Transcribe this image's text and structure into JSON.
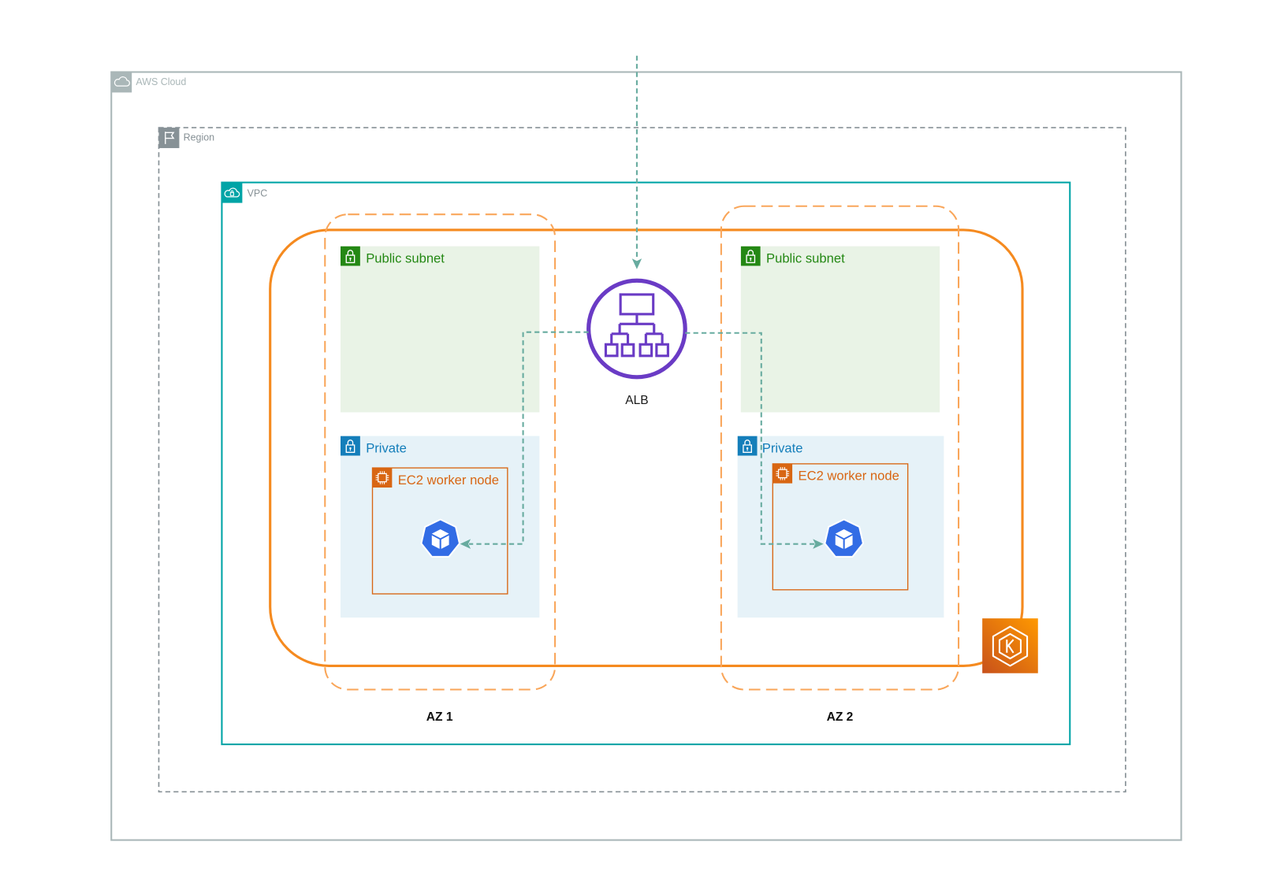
{
  "diagram": {
    "aws_cloud": {
      "label": "AWS Cloud",
      "icon": "aws-cloud-icon",
      "border_color": "#aab7b8"
    },
    "region": {
      "label": "Region",
      "icon": "region-flag-icon",
      "border_color": "#879196"
    },
    "vpc": {
      "label": "VPC",
      "icon": "vpc-icon",
      "border_color": "#00a4a6"
    },
    "eks_cluster": {
      "icon": "amazon-eks-icon",
      "border_color": "#f58a1f"
    },
    "load_balancer": {
      "label": "ALB",
      "icon": "application-load-balancer-icon",
      "color": "#6a3bc5"
    },
    "connector_color": "#67ab9f",
    "availability_zones": [
      {
        "label": "AZ 1",
        "border_color": "#f9a65a",
        "public_subnet": {
          "label": "Public subnet",
          "icon": "public-subnet-lock-icon",
          "color": "#248814",
          "fill": "#e9f3e6"
        },
        "private_subnet": {
          "label": "Private",
          "icon": "private-subnet-lock-icon",
          "color": "#147eba",
          "fill": "#e6f2f8"
        },
        "worker_node": {
          "label": "EC2 worker node",
          "icon": "ec2-instance-icon",
          "color": "#d86613"
        },
        "pod": {
          "icon": "kubernetes-pod-icon",
          "color": "#326ce5"
        }
      },
      {
        "label": "AZ 2",
        "border_color": "#f9a65a",
        "public_subnet": {
          "label": "Public subnet",
          "icon": "public-subnet-lock-icon",
          "color": "#248814",
          "fill": "#e9f3e6"
        },
        "private_subnet": {
          "label": "Private",
          "icon": "private-subnet-lock-icon",
          "color": "#147eba",
          "fill": "#e6f2f8"
        },
        "worker_node": {
          "label": "EC2 worker node",
          "icon": "ec2-instance-icon",
          "color": "#d86613"
        },
        "pod": {
          "icon": "kubernetes-pod-icon",
          "color": "#326ce5"
        }
      }
    ]
  }
}
